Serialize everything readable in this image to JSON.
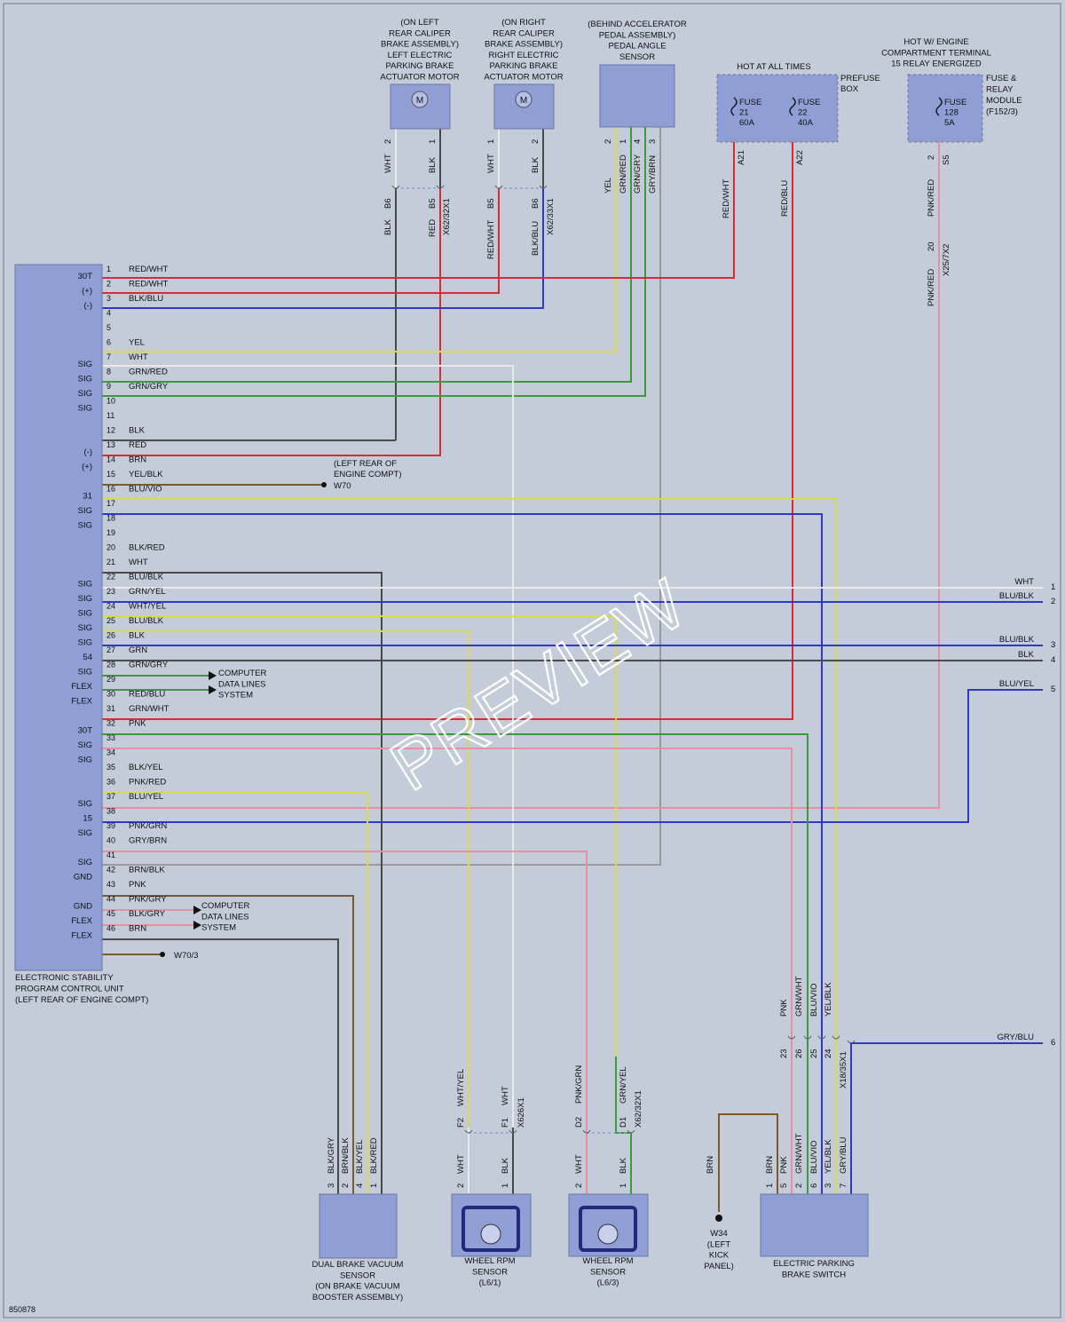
{
  "diagram_id": "850878",
  "watermark": "PREVIEW",
  "colors": {
    "red": "#d92b33",
    "blk": "#4a4a4a",
    "blu": "#2e39c4",
    "grn": "#3c9a3e",
    "yel": "#d9d94a",
    "wht": "#e9e9e9",
    "gry": "#9a9a9a",
    "brn": "#7a5a2a",
    "pnk": "#e39aa6",
    "vio": "#7a2fd0",
    "comp": "#8f9ed4",
    "pink": "#e88fa2",
    "dash": "#8f9ed4"
  },
  "ecu": {
    "lines": [
      "ELECTRONIC STABILITY",
      "PROGRAM CONTROL UNIT",
      "(LEFT REAR OF ENGINE COMPT)"
    ],
    "pins": [
      {
        "n": "1",
        "c": "RED/WHT",
        "l": "30T"
      },
      {
        "n": "2",
        "c": "RED/WHT",
        "l": "(+)"
      },
      {
        "n": "3",
        "c": "BLK/BLU",
        "l": "(-)"
      },
      {
        "n": "4",
        "c": "",
        "l": ""
      },
      {
        "n": "5",
        "c": "",
        "l": ""
      },
      {
        "n": "6",
        "c": "YEL",
        "l": ""
      },
      {
        "n": "7",
        "c": "WHT",
        "l": "SIG"
      },
      {
        "n": "8",
        "c": "GRN/RED",
        "l": "SIG"
      },
      {
        "n": "9",
        "c": "GRN/GRY",
        "l": "SIG"
      },
      {
        "n": "10",
        "c": "",
        "l": "SIG"
      },
      {
        "n": "11",
        "c": "",
        "l": ""
      },
      {
        "n": "12",
        "c": "BLK",
        "l": ""
      },
      {
        "n": "13",
        "c": "RED",
        "l": "(-)"
      },
      {
        "n": "14",
        "c": "BRN",
        "l": "(+)"
      },
      {
        "n": "15",
        "c": "YEL/BLK",
        "l": ""
      },
      {
        "n": "16",
        "c": "BLU/VIO",
        "l": "31"
      },
      {
        "n": "17",
        "c": "",
        "l": "SIG"
      },
      {
        "n": "18",
        "c": "",
        "l": "SIG"
      },
      {
        "n": "19",
        "c": "",
        "l": ""
      },
      {
        "n": "20",
        "c": "BLK/RED",
        "l": ""
      },
      {
        "n": "21",
        "c": "WHT",
        "l": ""
      },
      {
        "n": "22",
        "c": "BLU/BLK",
        "l": "SIG"
      },
      {
        "n": "23",
        "c": "GRN/YEL",
        "l": "SIG"
      },
      {
        "n": "24",
        "c": "WHT/YEL",
        "l": "SIG"
      },
      {
        "n": "25",
        "c": "BLU/BLK",
        "l": "SIG"
      },
      {
        "n": "26",
        "c": "BLK",
        "l": "SIG"
      },
      {
        "n": "27",
        "c": "GRN",
        "l": "54"
      },
      {
        "n": "28",
        "c": "GRN/GRY",
        "l": "SIG"
      },
      {
        "n": "29",
        "c": "",
        "l": "FLEX"
      },
      {
        "n": "30",
        "c": "RED/BLU",
        "l": "FLEX"
      },
      {
        "n": "31",
        "c": "GRN/WHT",
        "l": ""
      },
      {
        "n": "32",
        "c": "PNK",
        "l": "30T"
      },
      {
        "n": "33",
        "c": "",
        "l": "SIG"
      },
      {
        "n": "34",
        "c": "",
        "l": "SIG"
      },
      {
        "n": "35",
        "c": "BLK/YEL",
        "l": ""
      },
      {
        "n": "36",
        "c": "PNK/RED",
        "l": ""
      },
      {
        "n": "37",
        "c": "BLU/YEL",
        "l": "SIG"
      },
      {
        "n": "38",
        "c": "",
        "l": "15"
      },
      {
        "n": "39",
        "c": "PNK/GRN",
        "l": "SIG"
      },
      {
        "n": "40",
        "c": "GRY/BRN",
        "l": ""
      },
      {
        "n": "41",
        "c": "",
        "l": "SIG"
      },
      {
        "n": "42",
        "c": "BRN/BLK",
        "l": "GND"
      },
      {
        "n": "43",
        "c": "PNK",
        "l": ""
      },
      {
        "n": "44",
        "c": "PNK/GRY",
        "l": "GND"
      },
      {
        "n": "45",
        "c": "BLK/GRY",
        "l": "FLEX"
      },
      {
        "n": "46",
        "c": "BRN",
        "l": "FLEX"
      }
    ],
    "extra_labels": [
      "SIG",
      "31"
    ]
  },
  "components": {
    "left_motor": {
      "lines": [
        "(ON LEFT",
        "REAR CALIPER",
        "BRAKE ASSEMBLY)",
        "LEFT ELECTRIC",
        "PARKING BRAKE",
        "ACTUATOR MOTOR"
      ],
      "pins": [
        "2",
        "1"
      ],
      "wires": [
        "WHT",
        "BLK"
      ],
      "conn": "X62/32X1",
      "cpins": [
        "B6",
        "B5"
      ],
      "hwires": [
        "BLK",
        "RED"
      ]
    },
    "right_motor": {
      "lines": [
        "(ON RIGHT",
        "REAR CALIPER",
        "BRAKE ASSEMBLY)",
        "RIGHT ELECTRIC",
        "PARKING BRAKE",
        "ACTUATOR MOTOR"
      ],
      "pins": [
        "1",
        "2"
      ],
      "wires": [
        "WHT",
        "BLK"
      ],
      "conn": "X62/33X1",
      "cpins": [
        "B5",
        "B6"
      ],
      "hwires": [
        "RED/WHT",
        "BLK/BLU"
      ]
    },
    "pedal": {
      "lines": [
        "(BEHIND ACCELERATOR",
        "PEDAL ASSEMBLY)",
        "PEDAL ANGLE",
        "SENSOR"
      ],
      "pins": [
        "2",
        "1",
        "4",
        "3"
      ],
      "wires": [
        "YEL",
        "GRN/RED",
        "GRN/GRY",
        "GRY/BRN"
      ]
    },
    "prefuse": {
      "hot": "HOT AT ALL TIMES",
      "lines": [
        "PREFUSE",
        "BOX"
      ],
      "fuses": [
        [
          "FUSE",
          "21",
          "60A"
        ],
        [
          "FUSE",
          "22",
          "40A"
        ]
      ],
      "pins": [
        "A21",
        "A22"
      ],
      "wires": [
        "RED/WHT",
        "RED/BLU"
      ]
    },
    "frm": {
      "hot": [
        "HOT W/ ENGINE",
        "COMPARTMENT TERMINAL",
        "15 RELAY ENERGIZED"
      ],
      "lines": [
        "FUSE &",
        "RELAY",
        "MODULE",
        "(F152/3)"
      ],
      "fuse": [
        "FUSE",
        "128",
        "5A"
      ],
      "pin": "S5",
      "wire": "PNK/RED",
      "conn": "X25/7X2",
      "cpin": "20",
      "wire2": "PNK/RED"
    },
    "ground_w70": {
      "lines": [
        "(LEFT REAR OF",
        "ENGINE COMPT)"
      ],
      "id": "W70"
    },
    "ground_w703": {
      "id": "W70/3"
    },
    "cdl1": [
      "COMPUTER",
      "DATA LINES",
      "SYSTEM"
    ],
    "cdl2": [
      "COMPUTER",
      "DATA LINES",
      "SYSTEM"
    ],
    "right_edge": [
      {
        "c": "WHT",
        "n": "1"
      },
      {
        "c": "BLU/BLK",
        "n": "2"
      },
      {
        "c": "BLU/BLK",
        "n": "3"
      },
      {
        "c": "BLK",
        "n": "4"
      },
      {
        "c": "BLU/YEL",
        "n": "5"
      },
      {
        "c": "GRY/BLU",
        "n": "6"
      }
    ],
    "vacuum": {
      "lines": [
        "DUAL BRAKE VACUUM",
        "SENSOR",
        "(ON BRAKE VACUUM",
        "BOOSTER ASSEMBLY)"
      ],
      "pins": [
        "3",
        "2",
        "4",
        "1"
      ],
      "wires": [
        "BLK/GRY",
        "BRN/BLK",
        "BLK/YEL",
        "BLK/RED"
      ]
    },
    "wheel1": {
      "lines": [
        "WHEEL RPM",
        "SENSOR",
        "(L6/1)"
      ],
      "pins": [
        "2",
        "1"
      ],
      "wires": [
        "WHT",
        "BLK"
      ],
      "conn": "X626X1",
      "cpins": [
        "F2",
        "F1"
      ],
      "hwires": [
        "WHT/YEL",
        "WHT"
      ]
    },
    "wheel3": {
      "lines": [
        "WHEEL RPM",
        "SENSOR",
        "(L6/3)"
      ],
      "pins": [
        "2",
        "1"
      ],
      "wires": [
        "WHT",
        "BLK"
      ],
      "conn": "X62/32X1",
      "cpins": [
        "D2",
        "D1"
      ],
      "hwires": [
        "PNK/GRN",
        "GRN/YEL"
      ]
    },
    "w34": {
      "lines": [
        "W34",
        "(LEFT",
        "KICK",
        "PANEL)"
      ],
      "wire": "BRN"
    },
    "epb": {
      "lines": [
        "ELECTRIC PARKING",
        "BRAKE SWITCH"
      ],
      "pins": [
        "1",
        "5",
        "2",
        "6",
        "3",
        "7"
      ],
      "wires": [
        "BRN",
        "PNK",
        "GRN/WHT",
        "BLU/VIO",
        "YEL/BLK",
        "GRY/BLU"
      ],
      "conn": "X18/35X1",
      "cpins": [
        "23",
        "26",
        "25",
        "24"
      ],
      "hwires": [
        "PNK",
        "GRN/WHT",
        "BLU/VIO",
        "YEL/BLK"
      ]
    }
  }
}
